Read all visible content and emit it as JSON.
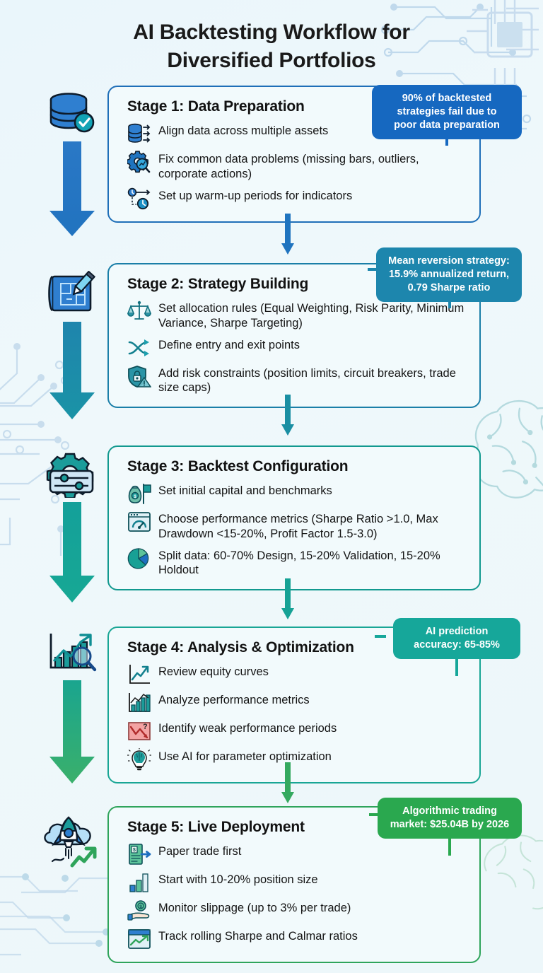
{
  "header": {
    "title_line1": "AI Backtesting Workflow for",
    "title_line2": "Diversified Portfolios"
  },
  "theme": {
    "background": "#eef7fa",
    "card_background": "#f2fafc",
    "stage1_color": "#1f6fb8",
    "stage2_color": "#1b7fa8",
    "stage3_color": "#12998f",
    "stage4_color": "#19a695",
    "stage5_color": "#2fa45b",
    "callout1_color": "#1668c0",
    "callout2_color": "#1d86ad",
    "callout3_color": "#16a79a",
    "callout4_color": "#2aa84f",
    "title_color": "#1a1a1a"
  },
  "stages": [
    {
      "number": 1,
      "title": "Stage 1: Data Preparation",
      "rail_icon": "database-check-icon",
      "bullets": [
        {
          "icon": "database-arrows-icon",
          "text": "Align data across multiple assets"
        },
        {
          "icon": "gear-magnifier-icon",
          "text": "Fix common data problems (missing bars, outliers, corporate actions)"
        },
        {
          "icon": "clock-timeline-icon",
          "text": "Set up warm-up periods for indicators"
        }
      ]
    },
    {
      "number": 2,
      "title": "Stage 2: Strategy Building",
      "rail_icon": "blueprint-pencil-icon",
      "bullets": [
        {
          "icon": "scales-balance-icon",
          "text": "Set allocation rules (Equal Weighting, Risk Parity, Minimum Variance, Sharpe Targeting)"
        },
        {
          "icon": "shuffle-arrows-icon",
          "text": "Define entry and exit points"
        },
        {
          "icon": "shield-lock-icon",
          "text": "Add risk constraints (position limits, circuit breakers, trade size caps)"
        }
      ]
    },
    {
      "number": 3,
      "title": "Stage 3: Backtest Configuration",
      "rail_icon": "gear-sliders-icon",
      "bullets": [
        {
          "icon": "money-bag-flag-icon",
          "text": "Set initial capital and benchmarks"
        },
        {
          "icon": "gauge-dashboard-icon",
          "text": "Choose performance metrics (Sharpe Ratio >1.0, Max Drawdown <15-20%, Profit Factor 1.5-3.0)"
        },
        {
          "icon": "pie-chart-icon",
          "text": "Split data: 60-70% Design, 15-20% Validation, 15-20% Holdout"
        }
      ]
    },
    {
      "number": 4,
      "title": "Stage 4: Analysis & Optimization",
      "rail_icon": "chart-magnifier-icon",
      "bullets": [
        {
          "icon": "line-chart-up-icon",
          "text": "Review equity curves"
        },
        {
          "icon": "bar-chart-icon",
          "text": "Analyze performance metrics"
        },
        {
          "icon": "chart-down-question-icon",
          "text": "Identify weak performance periods"
        },
        {
          "icon": "brain-bulb-icon",
          "text": "Use AI for parameter optimization"
        }
      ]
    },
    {
      "number": 5,
      "title": "Stage 5: Live Deployment",
      "rail_icon": "rocket-cloud-icon",
      "bullets": [
        {
          "icon": "paper-document-arrow-icon",
          "text": "Paper trade first"
        },
        {
          "icon": "bars-growth-icon",
          "text": "Start with 10-20% position size"
        },
        {
          "icon": "hand-coin-icon",
          "text": "Monitor slippage (up to 3% per trade)"
        },
        {
          "icon": "screen-chart-icon",
          "text": "Track rolling Sharpe and Calmar ratios"
        }
      ]
    }
  ],
  "callouts": [
    {
      "id": "callout-1",
      "line1": "90% of backtested",
      "line2": "strategies fail due to",
      "line3": "poor data preparation"
    },
    {
      "id": "callout-2",
      "line1": "Mean reversion strategy:",
      "line2": "15.9% annualized return,",
      "line3": "0.79 Sharpe ratio"
    },
    {
      "id": "callout-3",
      "line1": "AI prediction",
      "line2": "accuracy: 65-85%",
      "line3": ""
    },
    {
      "id": "callout-4",
      "line1": "Algorithmic trading",
      "line2": "market: $25.04B by 2026",
      "line3": ""
    }
  ]
}
